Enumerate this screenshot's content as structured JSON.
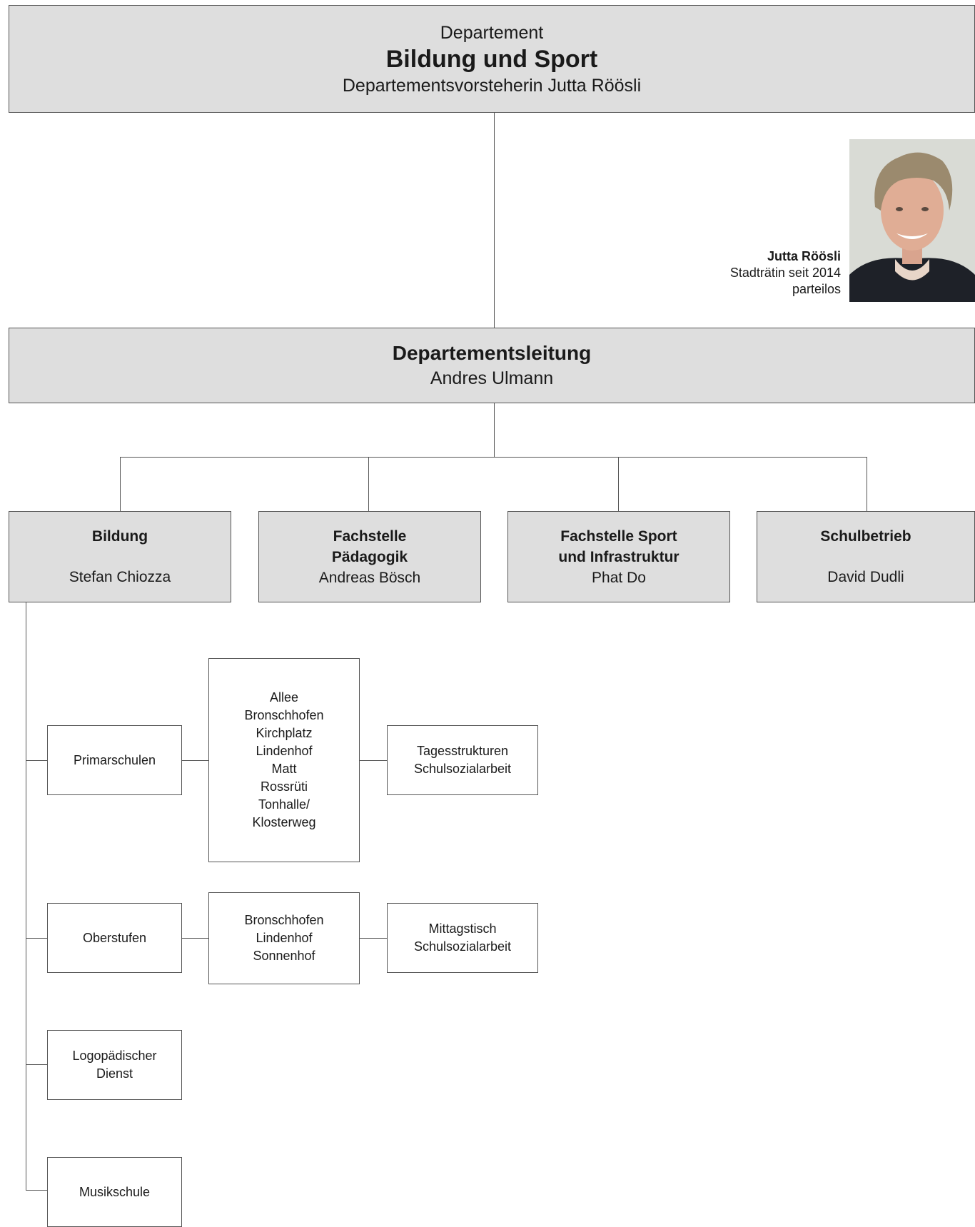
{
  "department": {
    "label": "Departement",
    "name": "Bildung und Sport",
    "head": "Departementsvorsteherin Jutta Röösli"
  },
  "portrait": {
    "name": "Jutta Röösli",
    "role": "Stadträtin seit 2014",
    "party": "parteilos"
  },
  "management": {
    "title": "Departementsleitung",
    "person": "Andres Ulmann"
  },
  "units": [
    {
      "title_lines": [
        "Bildung"
      ],
      "person": "Stefan Chiozza"
    },
    {
      "title_lines": [
        "Fachstelle",
        "Pädagogik"
      ],
      "person": "Andreas Bösch"
    },
    {
      "title_lines": [
        "Fachstelle Sport",
        "und Infrastruktur"
      ],
      "person": "Phat Do"
    },
    {
      "title_lines": [
        "Schulbetrieb"
      ],
      "person": "David Dudli"
    }
  ],
  "bildung_branches": [
    {
      "label": "Primarschulen",
      "schools": [
        "Allee",
        "Bronschhofen",
        "Kirchplatz",
        "Lindenhof",
        "Matt",
        "Rossrüti",
        "Tonhalle/",
        "Klosterweg"
      ],
      "services": [
        "Tagesstrukturen",
        "Schulsozialarbeit"
      ]
    },
    {
      "label": "Oberstufen",
      "schools": [
        "Bronschhofen",
        "Lindenhof",
        "Sonnenhof"
      ],
      "services": [
        "Mittagstisch",
        "Schulsozialarbeit"
      ]
    },
    {
      "label_lines": [
        "Logopädischer",
        "Dienst"
      ]
    },
    {
      "label": "Musikschule"
    }
  ],
  "colors": {
    "box_fill": "#dedede",
    "line": "#555555",
    "text": "#1a1a1a"
  }
}
